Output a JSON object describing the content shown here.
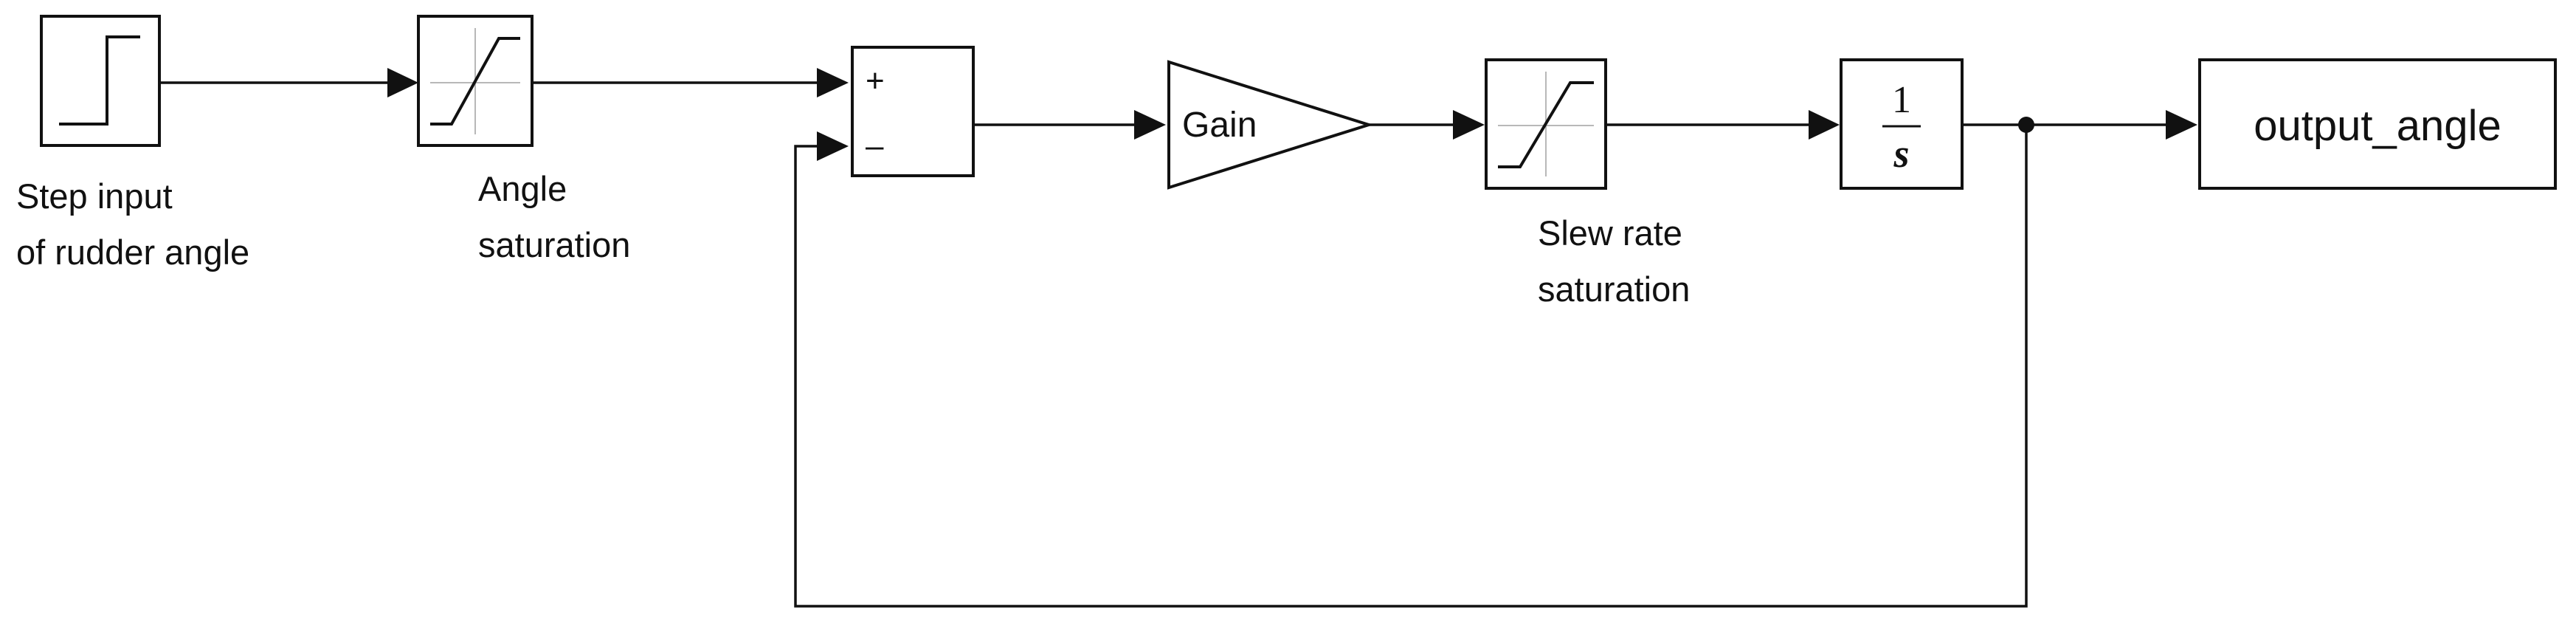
{
  "blocks": {
    "step": {
      "caption_lines": [
        "Step input",
        "of rudder angle"
      ]
    },
    "angle_saturation": {
      "caption_lines": [
        "Angle",
        "saturation"
      ]
    },
    "sum": {
      "plus_sign": "+",
      "minus_sign": "–"
    },
    "gain": {
      "label": "Gain"
    },
    "slew_saturation": {
      "caption_lines": [
        "Slew rate",
        "saturation"
      ]
    },
    "integrator": {
      "numerator": "1",
      "denominator": "s"
    },
    "output": {
      "label": "output_angle"
    }
  },
  "colors": {
    "stroke": "#111111",
    "grid": "#b8b8b8",
    "background": "#ffffff"
  }
}
